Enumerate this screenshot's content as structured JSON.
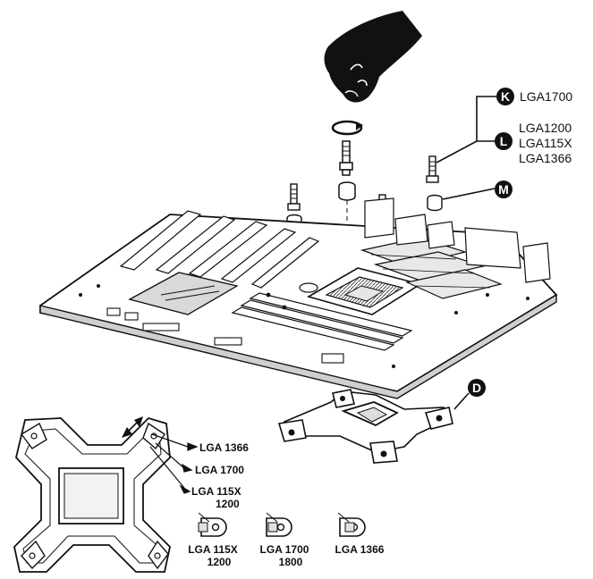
{
  "callouts": {
    "K": {
      "badge": "K",
      "label": "LGA1700"
    },
    "L": {
      "badge": "L",
      "labels": [
        "LGA1200",
        "LGA115X",
        "LGA1366"
      ]
    },
    "M": {
      "badge": "M"
    },
    "D": {
      "badge": "D"
    }
  },
  "backplate_labels": [
    "LGA 1366",
    "LGA 1700",
    "LGA 115X",
    "1200"
  ],
  "slider_positions": [
    {
      "line1": "LGA 115X",
      "line2": "1200"
    },
    {
      "line1": "LGA 1700",
      "line2": "1800"
    },
    {
      "line1": "LGA 1366",
      "line2": ""
    }
  ],
  "colors": {
    "ink": "#111111",
    "fill": "#ffffff",
    "shade": "#bdbdbd",
    "dark": "#555555"
  }
}
